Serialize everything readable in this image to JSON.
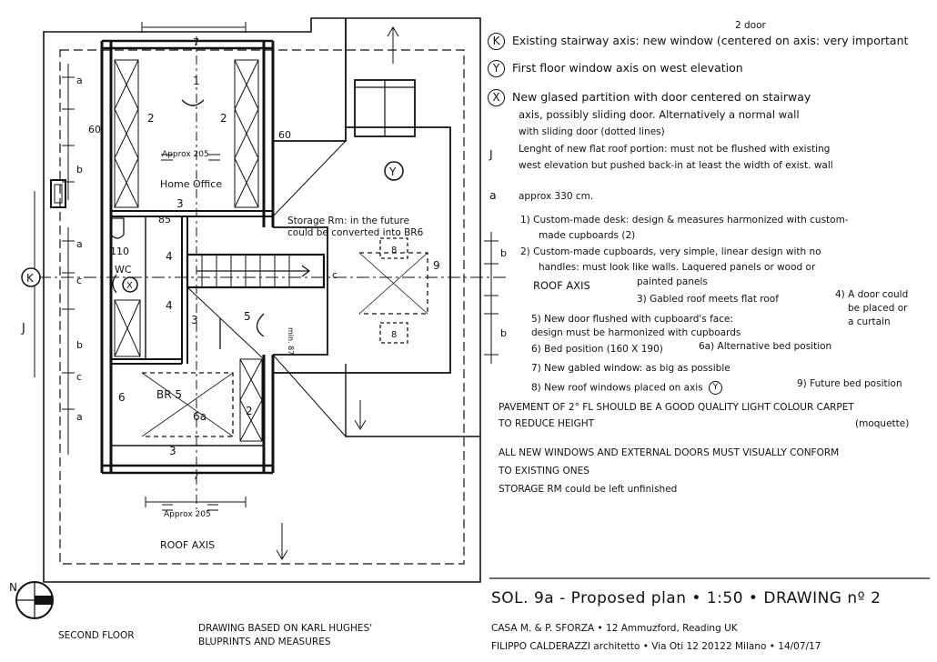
{
  "legend": {
    "two_door": "2 door",
    "k": {
      "symbol": "K",
      "text": "Existing stairway axis: new window (centered on axis: very important"
    },
    "y": {
      "symbol": "Y",
      "text": "First floor window axis on west elevation"
    },
    "x": {
      "symbol": "X",
      "line1": "New glased partition with door centered on stairway",
      "line2": "axis, possibly sliding door. Alternatively a normal wall",
      "line3": "with sliding door (dotted lines)"
    },
    "j": {
      "symbol": "J",
      "line1": "Lenght of new flat roof portion: must not be flushed with existing",
      "line2": "west elevation but pushed back-in at least the width of exist. wall"
    },
    "a": {
      "symbol": "a",
      "text": "approx 330 cm."
    }
  },
  "numbered_notes": {
    "n1_line1": "1) Custom-made desk: design & measures harmonized with custom-",
    "n1_line2": "made cupboards (2)",
    "n2_line1": "2) Custom-made cupboards, very simple, linear design with no",
    "n2_line2": "handles: must look like walls. Laquered panels or wood or",
    "n2_line3": "painted panels",
    "roof_axis": "ROOF AXIS",
    "n3": "3) Gabled roof meets flat roof",
    "n4_line1": "4) A door could",
    "n4_line2": "be placed or",
    "n4_line3": "a curtain",
    "n5_line1": "5) New door flushed with cupboard's face:",
    "n5_line2": "design must be harmonized with cupboards",
    "n6": "6) Bed position (160 X 190)",
    "n6a": "6a) Alternative bed position",
    "n7": "7) New gabled window: as big as possible",
    "n8": "8) New roof windows placed on axis",
    "n8_symbol": "Y",
    "n9": "9) Future bed position"
  },
  "caps_notes": {
    "c1_line1": "PAVEMENT OF 2° FL SHOULD BE A GOOD QUALITY LIGHT COLOUR CARPET",
    "c1_line2": "TO REDUCE HEIGHT",
    "c1_line3": "(moquette)",
    "c2_line1": "ALL NEW WINDOWS AND EXTERNAL DOORS MUST VISUALLY CONFORM",
    "c2_line2": "TO EXISTING ONES",
    "c3": "STORAGE RM could be left unfinished"
  },
  "plan": {
    "home_office": "Home Office",
    "storage_line1": "Storage Rm: in the future",
    "storage_line2": "could be converted into BR6",
    "wc": "WC",
    "br5": "BR 5",
    "roof_axis_label": "ROOF AXIS",
    "approx205_top": "Approx 205",
    "approx205_bottom": "Approx 205",
    "dim_60_left": "60",
    "dim_60_right": "60",
    "dim_85": "85",
    "dim_110": "110",
    "dim_7_top": "7",
    "dim_7_bottom": "7",
    "dim_x87": "min. 87",
    "k_marker": "K",
    "y_marker": "Y",
    "x_marker": "X",
    "j_marker": "J",
    "north": "N",
    "labels": {
      "one": "1",
      "two_a": "2",
      "two_b": "2",
      "two_c": "2",
      "three_a": "3",
      "three_b": "3",
      "three_c": "3",
      "four_a": "4",
      "four_b": "4",
      "five": "5",
      "six": "6",
      "six_a": "6a",
      "eight_a": "8",
      "eight_b": "8",
      "nine": "9",
      "a_left_1": "a",
      "a_left_2": "a",
      "a_left_3": "a",
      "b_left_1": "b",
      "b_left_2": "b",
      "c_left_1": "c",
      "c_left_2": "c",
      "b_right_1": "b",
      "b_right_2": "b",
      "c_right": "c"
    }
  },
  "title_block": {
    "drawing_line": "SOL. 9a - Proposed plan  •  1:50  •  DRAWING nº 2",
    "client_line": "CASA M. & P. SFORZA  •  12 Ammuzford, Reading UK",
    "architect_line": "FILIPPO CALDERAZZI architetto  •  Via Oti 12 20122 Milano  •  14/07/17",
    "floor_label": "SECOND FLOOR",
    "based_line1": "DRAWING BASED ON KARL HUGHES'",
    "based_line2": "BLUPRINTS AND MEASURES"
  }
}
